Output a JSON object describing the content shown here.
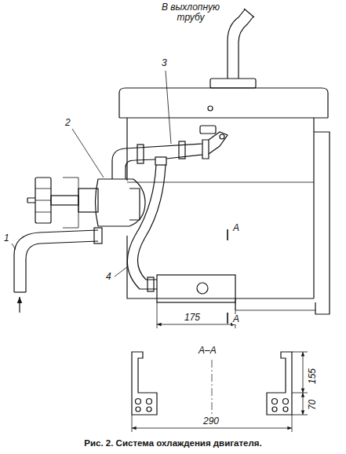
{
  "diagram": {
    "caption": "Рис. 2. Система охлаждения двигателя.",
    "labels": [
      "В выхлопную трубу",
      "1",
      "2",
      "3",
      "4",
      "A",
      "A",
      "175",
      "A–A",
      "155",
      "70",
      "290"
    ]
  }
}
